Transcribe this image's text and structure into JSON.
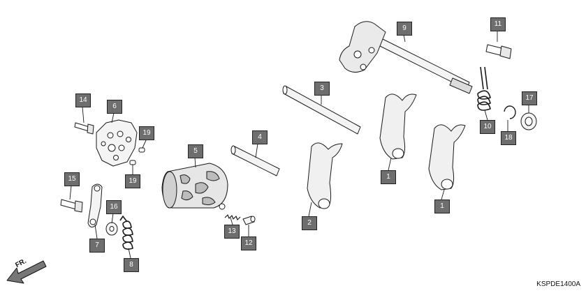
{
  "diagram_code": "KSPDE1400A",
  "direction_label": "FR.",
  "callouts": [
    {
      "id": "c1a",
      "label": "1"
    },
    {
      "id": "c1b",
      "label": "1"
    },
    {
      "id": "c2",
      "label": "2"
    },
    {
      "id": "c3",
      "label": "3"
    },
    {
      "id": "c4",
      "label": "4"
    },
    {
      "id": "c5",
      "label": "5"
    },
    {
      "id": "c6",
      "label": "6"
    },
    {
      "id": "c7",
      "label": "7"
    },
    {
      "id": "c8",
      "label": "8"
    },
    {
      "id": "c9",
      "label": "9"
    },
    {
      "id": "c10",
      "label": "10"
    },
    {
      "id": "c11",
      "label": "11"
    },
    {
      "id": "c12",
      "label": "12"
    },
    {
      "id": "c13",
      "label": "13"
    },
    {
      "id": "c14",
      "label": "14"
    },
    {
      "id": "c15",
      "label": "15"
    },
    {
      "id": "c16",
      "label": "16"
    },
    {
      "id": "c17",
      "label": "17"
    },
    {
      "id": "c18",
      "label": "18"
    },
    {
      "id": "c19a",
      "label": "19"
    },
    {
      "id": "c19b",
      "label": "19"
    }
  ]
}
